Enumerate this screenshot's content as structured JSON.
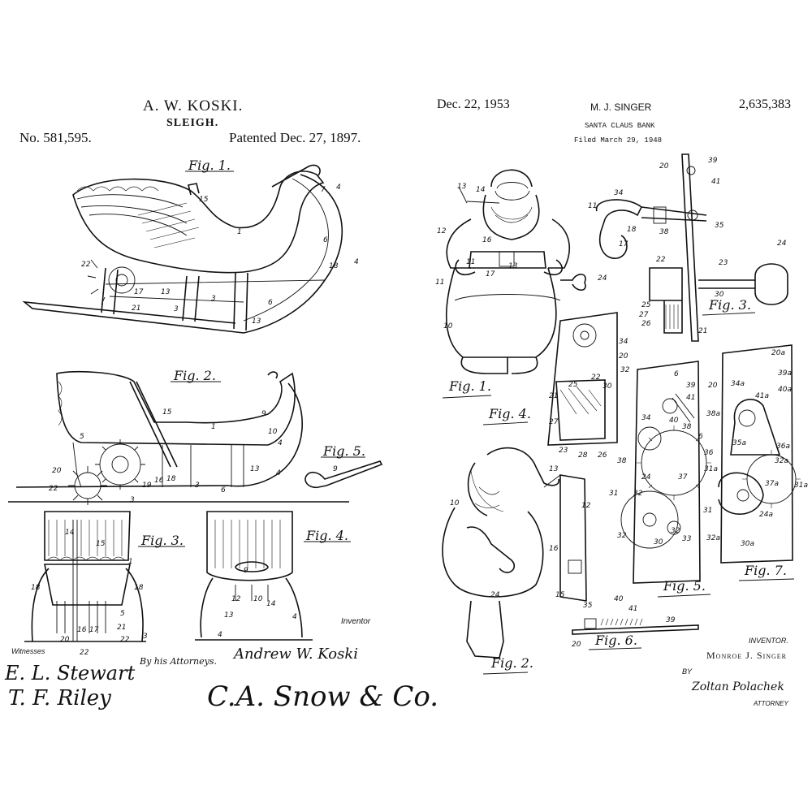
{
  "left_patent": {
    "inventor_header": "A. W. KOSKI.",
    "title": "SLEIGH.",
    "number": "No. 581,595.",
    "date": "Patented Dec. 27, 1897.",
    "fig_labels": [
      "Fig. 1.",
      "Fig. 2.",
      "Fig. 5.",
      "Fig. 3.",
      "Fig. 4."
    ],
    "inventor_label": "Inventor",
    "witnesses_label": "Witnesses",
    "attorneys": "By his Attorneys.",
    "inventor_signature": "Andrew W. Koski",
    "witness_sig_1": "E. L. Stewart",
    "witness_sig_2": "T. F. Riley",
    "attorney_sig": "C.A. Snow & Co."
  },
  "right_patent": {
    "date": "Dec. 22, 1953",
    "inventor_header": "M. J. SINGER",
    "number": "2,635,383",
    "title": "SANTA CLAUS BANK",
    "filed": "Filed March 29, 1948",
    "fig_labels": [
      "Fig. 1.",
      "Fig. 2.",
      "Fig. 3.",
      "Fig. 4.",
      "Fig. 5.",
      "Fig. 6.",
      "Fig. 7."
    ],
    "inventor_label": "INVENTOR.",
    "inventor_name": "Monroe J. Singer",
    "by_label": "BY",
    "attorney_sig": "Zoltan Polachek",
    "attorney_label": "ATTORNEY"
  }
}
